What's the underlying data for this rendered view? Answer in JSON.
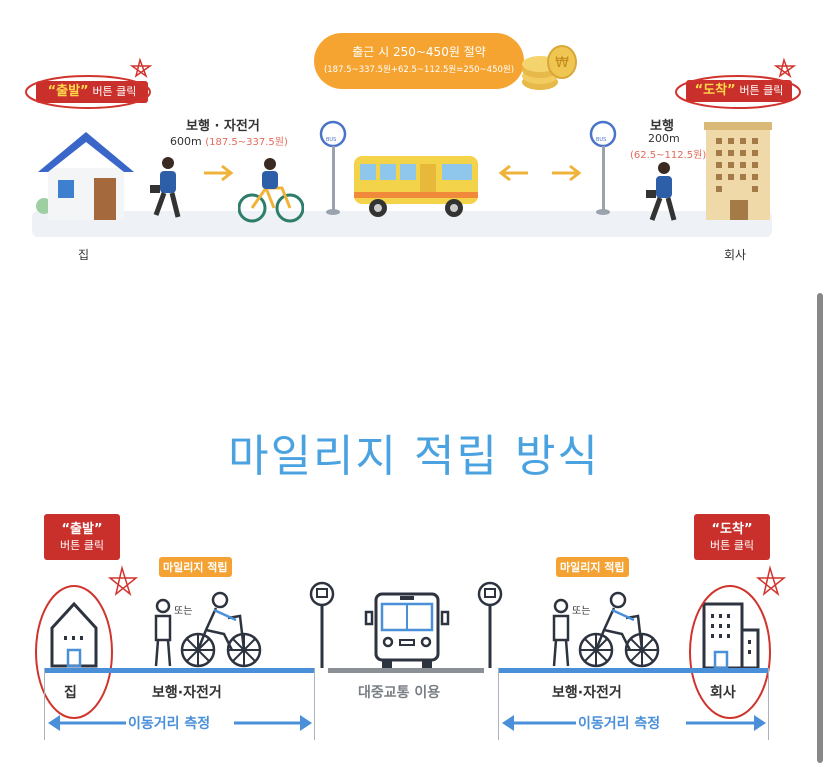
{
  "top": {
    "savings_title": "출근 시 250~450원 절약",
    "savings_formula": "(187.5~337.5원+62.5~112.5원=250~450원)",
    "depart_quote": "“출발”",
    "depart_suffix": "버튼 클릭",
    "arrive_quote": "“도착”",
    "arrive_suffix": "버튼 클릭",
    "walk_bike_label": "보행 · 자전거",
    "walk_bike_distance": "600m",
    "walk_bike_range": "(187.5~337.5원)",
    "walk_label": "보행",
    "walk_distance": "200m",
    "walk_range": "(62.5~112.5원)",
    "bus_sign": "BUS",
    "home_label": "집",
    "office_label": "회사"
  },
  "heading": "마일리지 적립 방식",
  "bottom": {
    "depart_quote": "“출발”",
    "depart_suffix": "버튼 클릭",
    "arrive_quote": "“도착”",
    "arrive_suffix": "버튼 클릭",
    "mileage_badge": "마일리지 적립",
    "or_text": "또는",
    "home_label": "집",
    "office_label": "회사",
    "walk_bike_label": "보행·자전거",
    "transit_label": "대중교통 이용",
    "distance_label": "이동거리 측정"
  },
  "colors": {
    "accent_blue": "#4a90d9",
    "heading_blue": "#4aa3e0",
    "label_red": "#c9302c",
    "orange": "#f3a233"
  }
}
